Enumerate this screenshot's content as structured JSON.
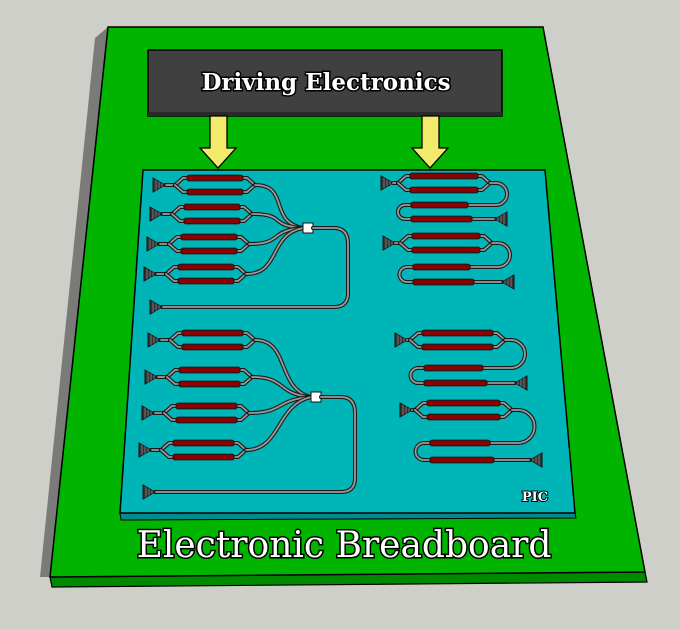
{
  "diagram": {
    "driver_label": "Driving Electronics",
    "chip_label": "PIC",
    "board_label": "Electronic Breadboard",
    "colors": {
      "board": "#00b400",
      "chip": "#00b5b8",
      "driver": "#404040",
      "arrow": "#f2ea6a",
      "heater": "#8b0000"
    }
  }
}
